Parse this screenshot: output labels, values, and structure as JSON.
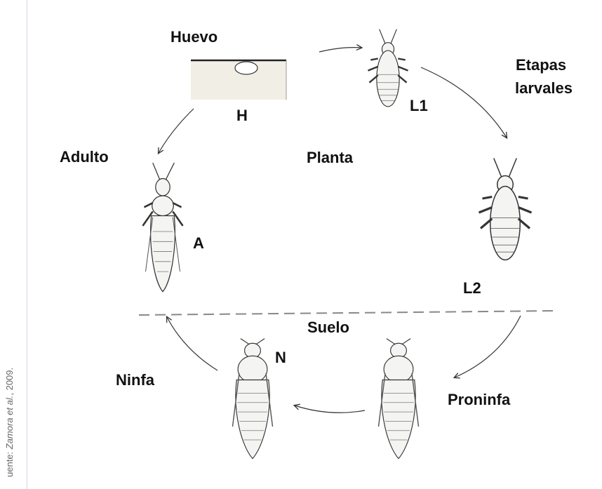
{
  "labels": {
    "huevo": "Huevo",
    "h": "H",
    "l1": "L1",
    "etapas_1": "Etapas",
    "etapas_2": "larvales",
    "adulto": "Adulto",
    "planta": "Planta",
    "a": "A",
    "l2": "L2",
    "suelo": "Suelo",
    "n": "N",
    "ninfa": "Ninfa",
    "proninfa": "Proninfa"
  },
  "source": {
    "prefix": "uente: ",
    "author": "Zamora",
    "etal": " et al.",
    "suffix": ", 2009."
  },
  "colors": {
    "ink": "#333333",
    "divider": "#888888",
    "leaf_fill": "#f1eee6"
  },
  "icons": {
    "egg": "egg-in-leaf-icon",
    "larva": "larva-insect-icon",
    "adult": "adult-thrips-icon",
    "pupa": "pupa-insect-icon"
  }
}
